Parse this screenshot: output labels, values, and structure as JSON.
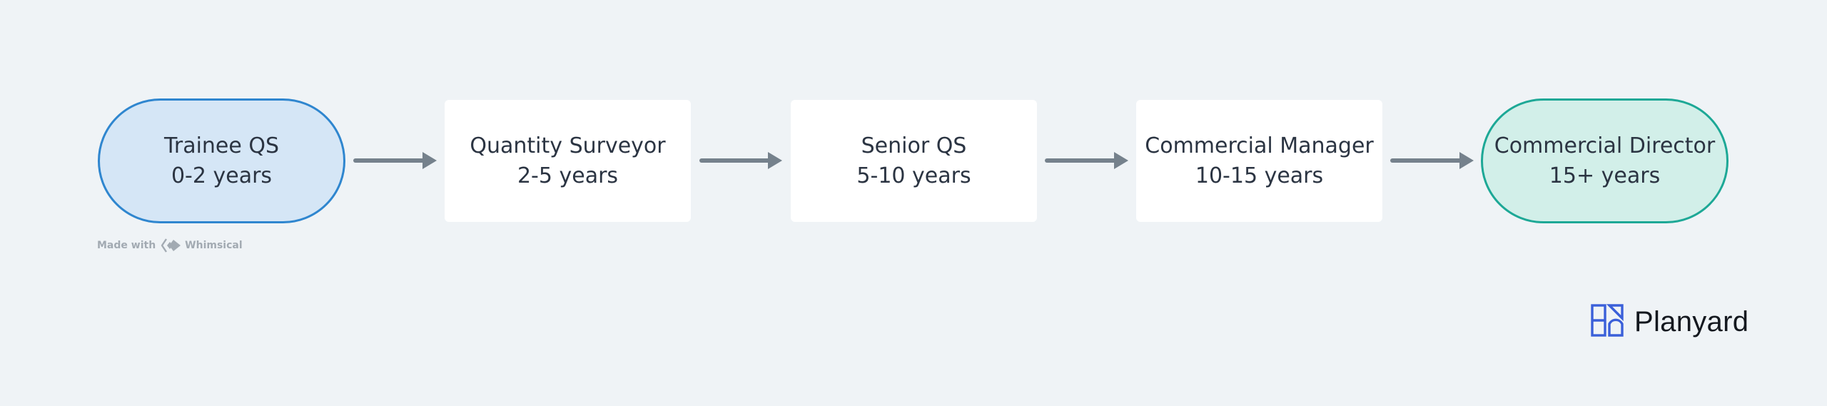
{
  "diagram": {
    "nodes": [
      {
        "title": "Trainee QS",
        "subtitle": "0-2 years"
      },
      {
        "title": "Quantity Surveyor",
        "subtitle": "2-5 years"
      },
      {
        "title": "Senior QS",
        "subtitle": "5-10 years"
      },
      {
        "title": "Commercial Manager",
        "subtitle": "10-15 years"
      },
      {
        "title": "Commercial Director",
        "subtitle": "15+ years"
      }
    ],
    "edges": [
      {
        "from": "Trainee QS",
        "to": "Quantity Surveyor"
      },
      {
        "from": "Quantity Surveyor",
        "to": "Senior QS"
      },
      {
        "from": "Senior QS",
        "to": "Commercial Manager"
      },
      {
        "from": "Commercial Manager",
        "to": "Commercial Director"
      }
    ]
  },
  "watermark": {
    "prefix": "Made with",
    "name": "Whimsical",
    "icon": "whimsical-logo-icon"
  },
  "brand": {
    "name": "Planyard",
    "icon": "planyard-logo-icon",
    "color": "#3a5fd9"
  },
  "colors": {
    "background": "#eff3f6",
    "start_fill": "#d5e6f6",
    "start_border": "#2f86cf",
    "end_fill": "#d2efe9",
    "end_border": "#1da896",
    "box_fill": "#ffffff",
    "arrow": "#75818c"
  }
}
